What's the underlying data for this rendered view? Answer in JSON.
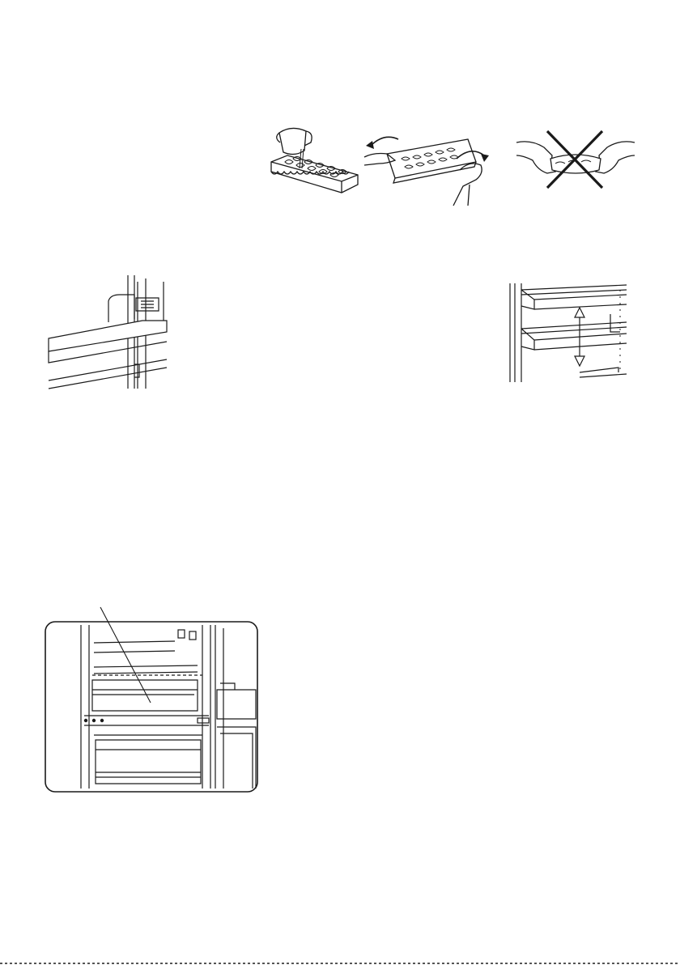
{
  "page": {
    "background": "#ffffff",
    "line_color": "#1a1a1a",
    "figures": [
      {
        "id": "ice-tray-filling",
        "icon": "ice-tray-fill-icon"
      },
      {
        "id": "ice-tray-twisting",
        "icon": "ice-tray-twist-icon"
      },
      {
        "id": "ice-tray-no-hands",
        "icon": "ice-tray-prohibited-icon"
      },
      {
        "id": "door-balcony",
        "icon": "door-shelf-icon"
      },
      {
        "id": "adjustable-door-shelves",
        "icon": "shelf-adjust-icon"
      },
      {
        "id": "fridge-interior-drawer",
        "icon": "fridge-drawer-icon"
      }
    ]
  }
}
